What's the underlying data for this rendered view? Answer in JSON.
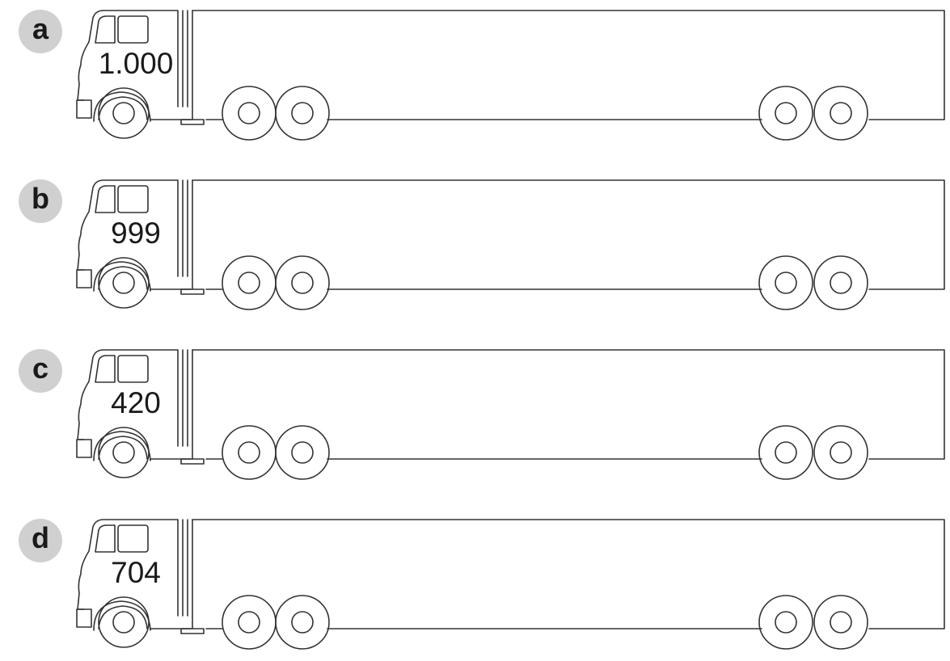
{
  "trucks": [
    {
      "label": "a",
      "number": "1.000"
    },
    {
      "label": "b",
      "number": "999"
    },
    {
      "label": "c",
      "number": "420"
    },
    {
      "label": "d",
      "number": "704"
    }
  ],
  "colors": {
    "badge_fill": "#d0d0d0",
    "ink": "#1a1a1a",
    "line": "#333333"
  }
}
